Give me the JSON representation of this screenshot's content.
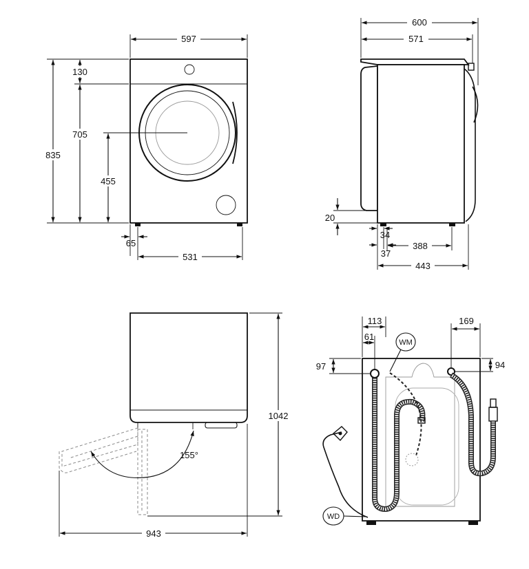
{
  "front_view": {
    "width": "597",
    "height_total": "835",
    "height_top": "130",
    "height_door_top": "705",
    "height_door_center": "455",
    "foot_offset": "65",
    "feet_span": "531"
  },
  "side_view": {
    "depth_total": "600",
    "depth_body": "571",
    "foot_height": "20",
    "foot_offset_1": "34",
    "foot_offset_2": "37",
    "feet_span": "388",
    "bottom_depth": "443"
  },
  "top_view": {
    "depth_door_open": "1042",
    "width_door_open": "943",
    "door_angle": "155°"
  },
  "rear_view": {
    "drain_offset": "113",
    "drain_inner_offset": "61",
    "inlet_offset": "169",
    "drain_height": "97",
    "inlet_height": "94",
    "label_wm": "WM",
    "label_wd": "WD"
  }
}
